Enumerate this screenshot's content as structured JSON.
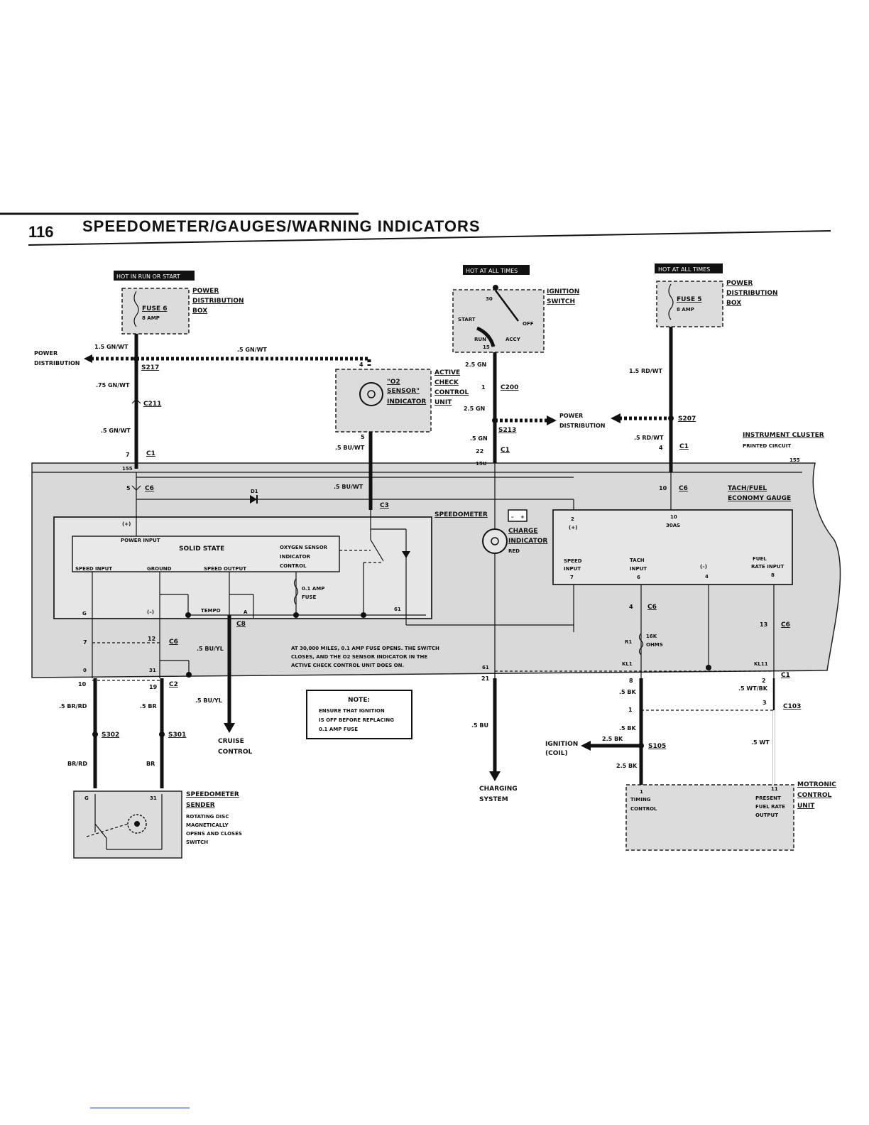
{
  "header": {
    "page_number": "116",
    "title": "SPEEDOMETER/GAUGES/WARNING INDICATORS"
  },
  "tags": {
    "hot_run_start": "HOT IN RUN OR START",
    "hot_all_times_1": "HOT AT ALL TIMES",
    "hot_all_times_2": "HOT AT ALL TIMES"
  },
  "components": {
    "power_dist_box_1": [
      "POWER",
      "DISTRIBUTION",
      "BOX"
    ],
    "fuse6": "FUSE 6",
    "fuse6_amp": "8 AMP",
    "ignition_switch": [
      "IGNITION",
      "SWITCH"
    ],
    "ign_positions": {
      "p30": "30",
      "start": "START",
      "off": "OFF",
      "accy": "ACCY",
      "run": "RUN",
      "p15": "15"
    },
    "power_dist_box_2": [
      "POWER",
      "DISTRIBUTION",
      "BOX"
    ],
    "fuse5": "FUSE 5",
    "fuse5_amp": "8 AMP",
    "active_check": [
      "ACTIVE",
      "CHECK",
      "CONTROL",
      "UNIT"
    ],
    "o2_sensor": [
      "\"O2",
      "SENSOR\"",
      "INDICATOR"
    ],
    "instrument_cluster": "INSTRUMENT CLUSTER",
    "printed_circuit": "PRINTED CIRCUIT",
    "tach_fuel": [
      "TACH/FUEL",
      "ECONOMY GAUGE"
    ],
    "speedometer": "SPEEDOMETER",
    "charge_indicator": [
      "CHARGE",
      "INDICATOR"
    ],
    "charge_red": "RED",
    "solid_state": "SOLID STATE",
    "power_input": "POWER INPUT",
    "oxygen_sensor": [
      "OXYGEN SENSOR",
      "INDICATOR",
      "CONTROL"
    ],
    "speed_input": "SPEED INPUT",
    "ground": "GROUND",
    "speed_output": "SPEED OUTPUT",
    "fuse_01": [
      "0.1 AMP",
      "FUSE"
    ],
    "tempo": "TEMPO",
    "tach_speed_input": [
      "SPEED",
      "INPUT"
    ],
    "tach_input": [
      "TACH",
      "INPUT"
    ],
    "fuel_rate_input": [
      "FUEL",
      "RATE INPUT"
    ],
    "minus": "(–)",
    "plus": "(+)",
    "r1": "R1",
    "r1_value": [
      "16K",
      "OHMS"
    ],
    "kl1": "KL1",
    "kl11": "KL11",
    "note_title": "NOTE:",
    "note_body": [
      "ENSURE THAT IGNITION",
      "IS OFF BEFORE REPLACING",
      "0.1 AMP FUSE"
    ],
    "mileage_note": [
      "AT 30,000 MILES, 0.1 AMP FUSE OPENS.  THE SWITCH",
      "CLOSES, AND THE O2 SENSOR INDICATOR IN THE",
      "ACTIVE CHECK CONTROL UNIT DOES ON."
    ],
    "speedo_sender": [
      "SPEEDOMETER",
      "SENDER"
    ],
    "speedo_sender_desc": [
      "ROTATING DISC",
      "MAGNETICALLY",
      "OPENS AND CLOSES",
      "SWITCH"
    ],
    "cruise_control": [
      "CRUISE",
      "CONTROL"
    ],
    "charging_system": [
      "CHARGING",
      "SYSTEM"
    ],
    "ignition_coil": [
      "IGNITION",
      "(COIL)"
    ],
    "motronic": [
      "MOTRONIC",
      "CONTROL",
      "UNIT"
    ],
    "timing_control": [
      "TIMING",
      "CONTROL"
    ],
    "present_fuel": [
      "PRESENT",
      "FUEL RATE",
      "OUTPUT"
    ],
    "power_distribution_left": [
      "POWER",
      "DISTRIBUTION"
    ],
    "power_distribution_mid": [
      "POWER",
      "DISTRIBUTION"
    ]
  },
  "wires": {
    "w_15gnwt": "1.5 GN/WT",
    "w_5gnwt_top": ".5 GN/WT",
    "w_75gnwt": ".75 GN/WT",
    "w_5gnwt": ".5 GN/WT",
    "w_5buwt": ".5 BU/WT",
    "w_5buwt_in": ".5 BU/WT",
    "w_25gn_a": "2.5 GN",
    "w_25gn_b": "2.5 GN",
    "w_5gn": ".5 GN",
    "w_15rdwt": "1.5 RD/WT",
    "w_5rdwt": ".5 RD/WT",
    "w_5buyl_a": ".5 BU/YL",
    "w_5buyl_b": ".5 BU/YL",
    "w_5brrd": ".5 BR/RD",
    "w_5br": ".5 BR",
    "w_brrd": "BR/RD",
    "w_br": "BR",
    "w_5bu": ".5 BU",
    "w_5bk_a": ".5 BK",
    "w_5bk_b": ".5 BK",
    "w_25bk_a": "2.5 BK",
    "w_25bk_b": "2.5 BK",
    "w_5wtbk": ".5 WT/BK",
    "w_5wt": ".5 WT"
  },
  "connectors": {
    "s217": "S217",
    "c211": "C211",
    "c1_a": "C1",
    "c6_a": "C6",
    "c3": "C3",
    "c200": "C200",
    "s213": "S213",
    "c1_b": "C1",
    "s207": "S207",
    "c1_c": "C1",
    "c6_b": "C6",
    "c8": "C8",
    "c6_c": "C6",
    "c6_d": "C6",
    "c6_e": "C6",
    "c2": "C2",
    "s302": "S302",
    "s301": "S301",
    "c1_d": "C1",
    "c103": "C103",
    "s105": "S105",
    "d1": "D1",
    "c6_tach": "C6"
  },
  "pins": {
    "p7": "7",
    "p155": "155",
    "p5": "5",
    "p4": "4",
    "p5b": "5",
    "p22": "22",
    "p15u": "15U",
    "p4b": "4",
    "p155b": "155",
    "p10": "10",
    "p2": "2",
    "p10b": "10",
    "p30as": "30AS",
    "p7b": "7",
    "p6": "6",
    "p8": "8",
    "p4c": "4",
    "p13": "13",
    "pG": "G",
    "pA": "A",
    "p61": "61",
    "p7c": "7",
    "p12": "12",
    "p0": "0",
    "p31": "31",
    "p61b": "61",
    "p10c": "10",
    "p19": "19",
    "p21": "21",
    "p8b": "8",
    "p2b": "2",
    "p1": "1",
    "p3": "3",
    "p1b": "1",
    "p11": "11",
    "pG2": "G",
    "p31b": "31",
    "p1c": "1"
  }
}
